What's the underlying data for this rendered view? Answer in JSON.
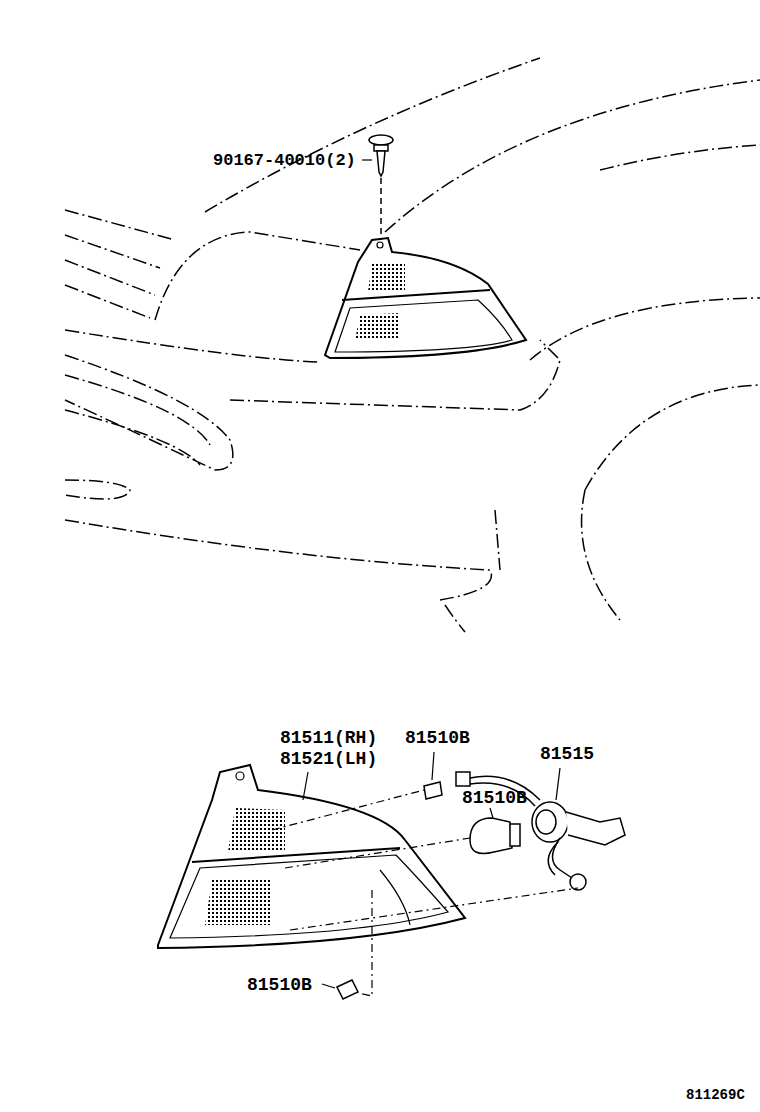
{
  "diagram": {
    "labels": [
      "90167-40010(2)",
      "81511(RH)",
      "81521(LH)",
      "81510B",
      "81515",
      "81510B",
      "81510B",
      "811269C"
    ]
  }
}
